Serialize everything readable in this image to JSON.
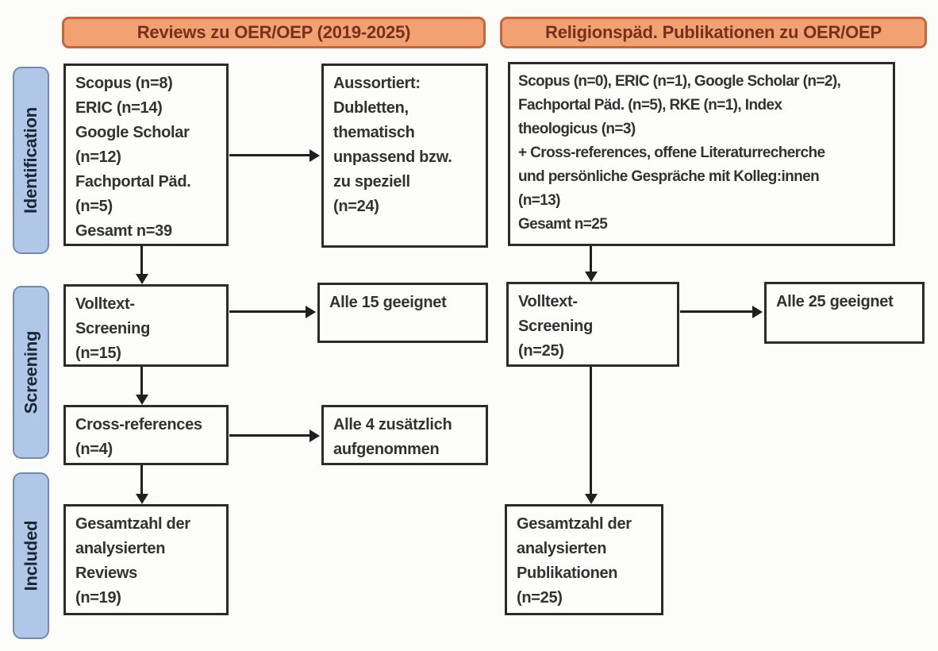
{
  "headers": {
    "reviews": "Reviews zu OER/OEP (2019-2025)",
    "religionspaed": "Religionspäd. Publikationen zu OER/OEP"
  },
  "stages": {
    "identification": "Identification",
    "screening": "Screening",
    "included": "Included"
  },
  "boxes": {
    "reviews_identification": "Scopus (n=8)\nERIC (n=14)\nGoogle Scholar\n(n=12)\nFachportal Päd.\n(n=5)\nGesamt n=39",
    "reviews_excluded": "Aussortiert:\nDubletten,\nthematisch\nunpassend bzw.\nzu speziell\n(n=24)",
    "relpaed_identification": "Scopus (n=0), ERIC (n=1), Google Scholar (n=2),\nFachportal Päd. (n=5), RKE (n=1), Index\ntheologicus (n=3)\n+ Cross-references, offene Literaturrecherche\nund persönliche Gespräche mit Kolleg:innen\n(n=13)\nGesamt n=25",
    "reviews_fulltext": "Volltext-\nScreening\n(n=15)",
    "reviews_fulltext_result": "Alle 15 geeignet",
    "relpaed_fulltext": "Volltext-\nScreening\n(n=25)",
    "relpaed_fulltext_result": "Alle 25 geeignet",
    "reviews_crossreferences": "Cross-references\n(n=4)",
    "reviews_crossreferences_result": "Alle 4 zusätzlich\naufgenommen",
    "reviews_included": "Gesamtzahl der\nanalysierten\nReviews\n(n=19)",
    "relpaed_included": "Gesamtzahl der\nanalysierten\nPublikationen\n(n=25)"
  },
  "colors": {
    "header_fill": "#F2A173",
    "header_border": "#C2663D",
    "header_text": "#76301C",
    "phase_fill": "#B0C7E8",
    "phase_border": "#7489AE",
    "phase_text": "#1C2634",
    "box_background": "#FDFDFC",
    "box_border": "#2B2B2B",
    "box_text": "#323232",
    "arrow": "#1F1F1F"
  }
}
